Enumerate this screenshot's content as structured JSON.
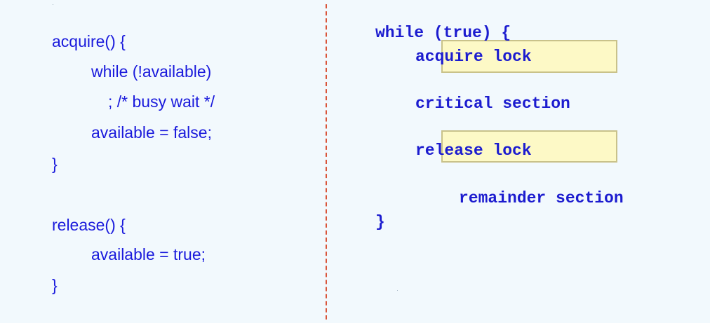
{
  "left_code": {
    "acquire_open": "acquire() {",
    "while_line": "while (!available)",
    "busy_wait": "; /* busy wait */",
    "assign_false": "available = false;",
    "acquire_close": "}",
    "release_open": "release() {",
    "assign_true": "available = true;",
    "release_close": "}"
  },
  "right_code": {
    "loop_open": "while (true) {",
    "acquire": "acquire lock",
    "critical": "critical section",
    "release": "release lock",
    "remainder": "remainder section",
    "loop_close": "}"
  },
  "colors": {
    "text": "#1a1adc",
    "divider": "#d9553a",
    "highlight": "#fdf9c6"
  }
}
